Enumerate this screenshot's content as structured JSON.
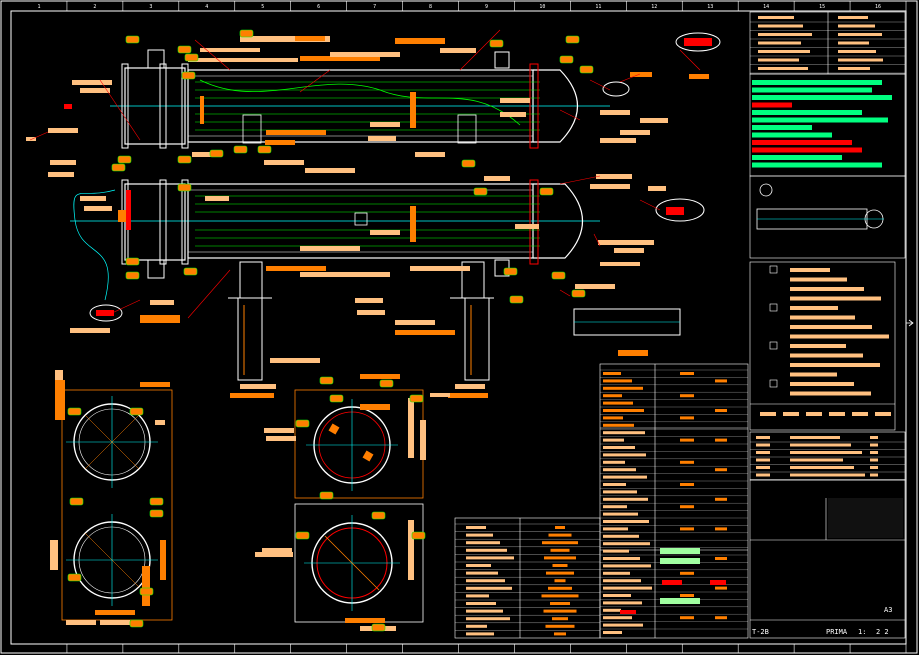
{
  "colors": {
    "background": "#000000",
    "frame": "#ffffff",
    "vessel": "#ffffff",
    "centerline": "#00ffff",
    "tubes": "#00ff00",
    "annotation": "#ff7f00",
    "label": "#ffc080",
    "callout": "#ff0000",
    "nozzle_tag": "#ff7f00",
    "table_highlight_green": "#00ff80",
    "table_highlight_red": "#ff0000",
    "table_highlight_lime": "#a0ffa0"
  },
  "title_block": {
    "sheet_size": "A3",
    "scale": "1:",
    "sheet_no": "2 2",
    "drawing_code_left": "T-2B",
    "drawing_code_mid": "PRIMA"
  },
  "border": {
    "columns": [
      "1",
      "2",
      "3",
      "4",
      "5",
      "6",
      "7",
      "8",
      "9",
      "10",
      "11",
      "12",
      "13",
      "14",
      "15",
      "16"
    ]
  },
  "icons": {
    "stamp": "circle-stamp-icon",
    "north": "arrow-icon"
  }
}
